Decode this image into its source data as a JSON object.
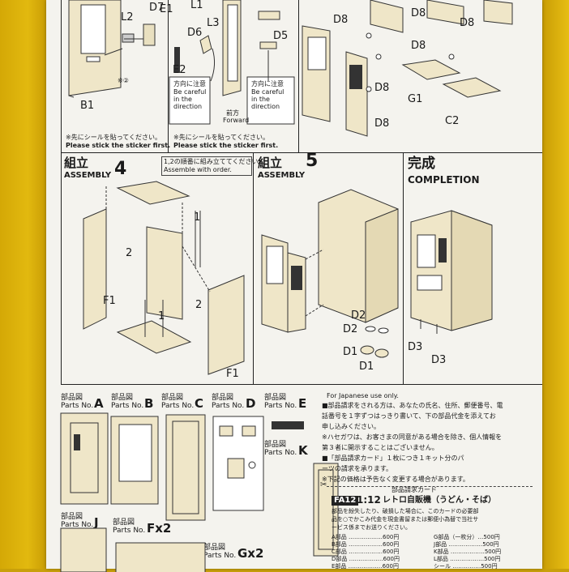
{
  "top": {
    "labels": [
      "E1",
      "L1",
      "D7",
      "L2",
      "D6",
      "L3",
      "D5",
      "D8",
      "D8",
      "D8",
      "D8",
      "D8",
      "D8",
      "E2",
      "B1",
      "G1",
      "C2"
    ],
    "circled_2": "※②",
    "careful_jp": "方向に注意",
    "careful_en1": "Be careful",
    "careful_en2": "in the",
    "careful_en3": "direction",
    "forward_jp": "前方",
    "forward_en": "Forward",
    "sticker_jp": "※先にシールを貼ってください。",
    "sticker_en": "Please stick the sticker first."
  },
  "assembly4": {
    "jp": "組立",
    "en": "ASSEMBLY",
    "num": "4",
    "order_jp": "1,2の順番に組み立ててください。",
    "order_en": "Assemble with order.",
    "step1": "1",
    "step2": "2",
    "f1a": "F1",
    "f1b": "F1"
  },
  "assembly5": {
    "jp": "組立",
    "en": "ASSEMBLY",
    "num": "5",
    "d2a": "D2",
    "d2b": "D2",
    "d1a": "D1",
    "d1b": "D1"
  },
  "completion": {
    "jp": "完成",
    "en": "COMPLETION",
    "d3a": "D3",
    "d3b": "D3"
  },
  "parts": {
    "jp": "部品図",
    "en": "Parts No.",
    "A": "A",
    "B": "B",
    "C": "C",
    "D": "D",
    "E": "E",
    "K": "K",
    "J": "J",
    "F": "Fx2",
    "G": "Gx2"
  },
  "japan_info": {
    "header": "For Japanese use only.",
    "lines": [
      "■部品請求をされる方は、あなたの氏名、住所、郵便番号、電",
      "話番号を１字ずつはっきり書いて、下の部品代金を添えてお",
      "申し込みください。",
      "※ハセガワは、お客さまの同意がある場合を除き、個人情報を",
      "第３者に開示することはございません。",
      "■「部品請求カード」１枚につき１キット分のパ",
      "ーツの請求を承ります。",
      "※下記の価格は予告なく変更する場合があります。"
    ]
  },
  "card": {
    "title": "部品請求カード",
    "code": "FA12",
    "scale": "1:12",
    "name": "レトロ自販機（うどん・そば）",
    "note1": "部品を紛失したり、破損した場合に、このカードの必要部",
    "note2": "品を○でかこみ代金を現金書留または郵便小為替で当社サ",
    "note3": "ービス係までお送りください。",
    "prices_left": [
      "A部品 ………………600円",
      "B部品 ………………600円",
      "C部品 ………………600円",
      "D部品 ………………600円",
      "E部品 ………………600円"
    ],
    "prices_right": [
      "G部品（一枚分）…500円",
      "J部品 ………………500円",
      "K部品 ………………500円",
      "L部品 ………………500円",
      "シール ……………500円"
    ]
  }
}
